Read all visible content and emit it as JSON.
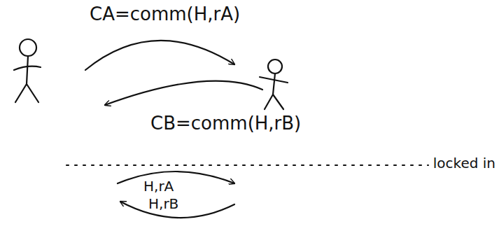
{
  "diagram": {
    "labels": [
      "CA=comm(H,rA)",
      "CB=comm(H,rB)",
      "locked in",
      "H,rA",
      "H,rB"
    ]
  }
}
